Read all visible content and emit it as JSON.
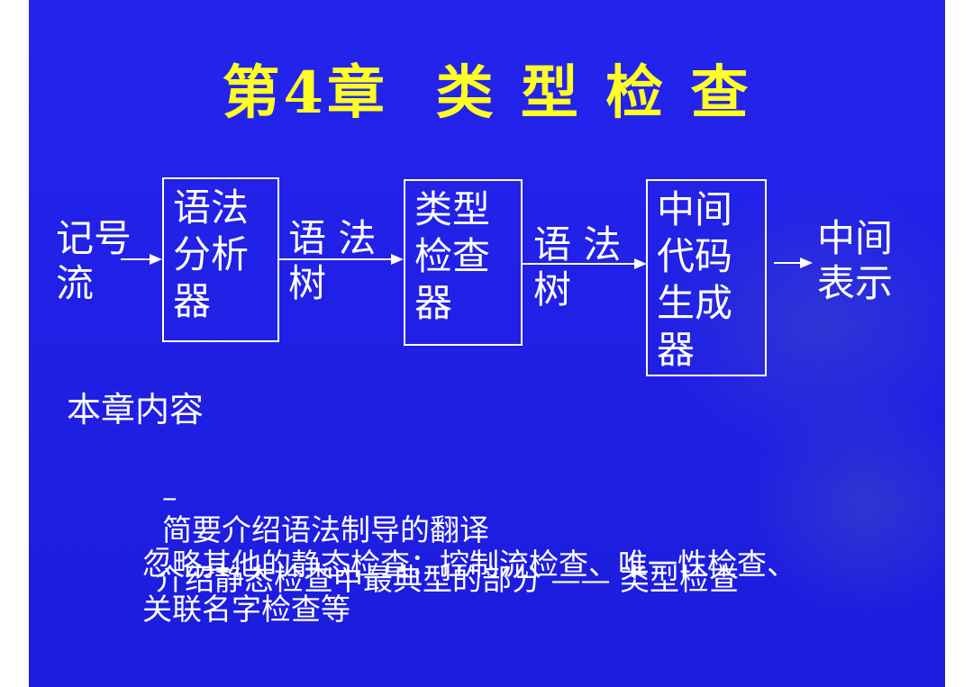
{
  "slide": {
    "title": "第4章  类 型 检 查",
    "diagram": {
      "input_label": "记号\n流",
      "stage1": "语法\n分析\n器",
      "edge1": "语 法\n树",
      "stage2": "类型\n检查\n器",
      "edge2": "语 法\n树",
      "stage3": "中间\n代码\n生成\n器",
      "output_label": "中间\n表示"
    },
    "content": {
      "heading": "本章内容",
      "bullets": [
        {
          "marker": "–",
          "text": "简要介绍语法制导的翻译"
        },
        {
          "marker": "–",
          "text": "介绍静态检查中最典型的部分 —— 类型检查"
        }
      ],
      "note_lines": [
        "忽略其他的静态检查：控制流检查、唯一性检查、",
        "关联名字检查等"
      ]
    },
    "colors": {
      "background": "#2222ea",
      "title": "#ffff22",
      "text": "#ffffff"
    }
  }
}
